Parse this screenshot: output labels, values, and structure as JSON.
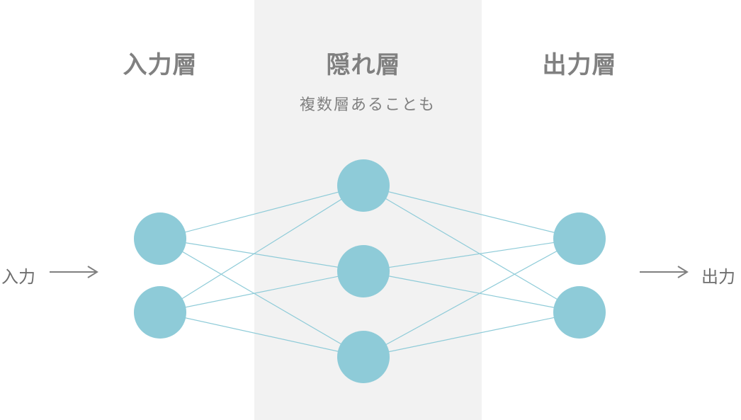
{
  "layers": {
    "input": {
      "title": "入力層",
      "nodes": 2
    },
    "hidden": {
      "title": "隠れ層",
      "note": "複数層あることも",
      "nodes": 3
    },
    "output": {
      "title": "出力層",
      "nodes": 2
    }
  },
  "io": {
    "input_label": "入力",
    "output_label": "出力"
  },
  "colors": {
    "node": "#8ecbd8",
    "edge": "#8ecbd8",
    "band": "#f2f2f2",
    "text": "#808080",
    "arrow": "#808080"
  }
}
